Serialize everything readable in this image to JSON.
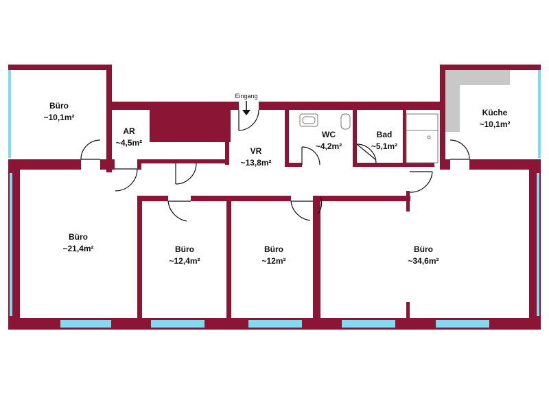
{
  "plan": {
    "entrance_label": "Eingang",
    "colors": {
      "wall": "#8b1535",
      "window": "#7fdcec",
      "counter": "#c8c8c8"
    },
    "rooms": [
      {
        "id": "buero-nw",
        "name": "Büro",
        "area": "~10,1m²"
      },
      {
        "id": "ar",
        "name": "AR",
        "area": "~4,5m²"
      },
      {
        "id": "vr",
        "name": "VR",
        "area": "~13,8m²"
      },
      {
        "id": "wc",
        "name": "WC",
        "area": "~4,2m²"
      },
      {
        "id": "bad",
        "name": "Bad",
        "area": "~5,1m²"
      },
      {
        "id": "kueche",
        "name": "Küche",
        "area": "~10,1m²"
      },
      {
        "id": "buero-w",
        "name": "Büro",
        "area": "~21,4m²"
      },
      {
        "id": "buero-m1",
        "name": "Büro",
        "area": "~12,4m²"
      },
      {
        "id": "buero-m2",
        "name": "Büro",
        "area": "~12m²"
      },
      {
        "id": "buero-e",
        "name": "Büro",
        "area": "~34,6m²"
      }
    ]
  }
}
